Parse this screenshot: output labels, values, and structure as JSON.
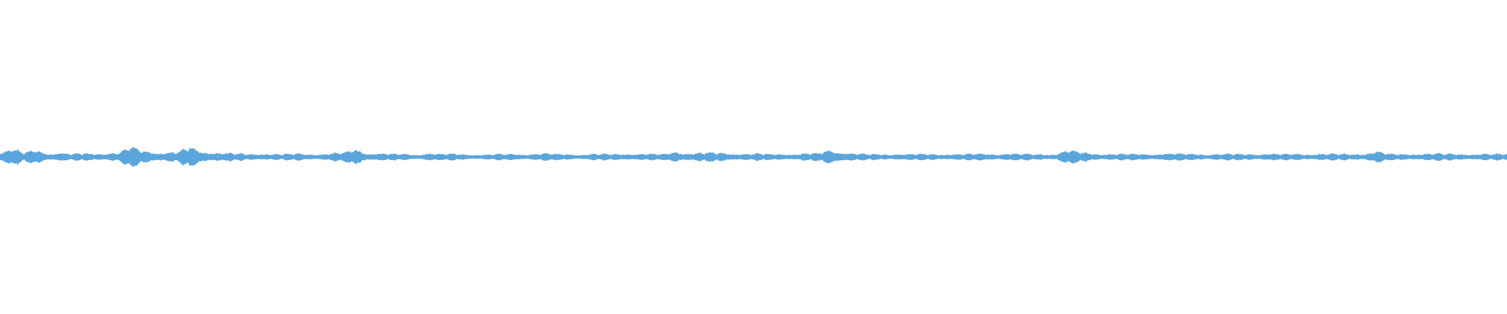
{
  "waveform": {
    "color": "#5aa5dc",
    "amplitude_envelope": [
      0.5,
      0.9,
      0.4,
      0.7,
      0.35,
      0.45,
      0.3,
      0.35,
      0.35,
      0.4,
      0.45,
      0.95,
      0.6,
      0.5,
      0.45,
      0.5,
      1.0,
      0.55,
      0.45,
      0.4,
      0.35,
      0.3,
      0.35,
      0.3,
      0.3,
      0.35,
      0.3,
      0.3,
      0.35,
      0.45,
      0.8,
      0.4,
      0.35,
      0.3,
      0.3,
      0.25,
      0.4,
      0.3,
      0.3,
      0.3,
      0.25,
      0.25,
      0.3,
      0.3,
      0.3,
      0.3,
      0.35,
      0.3,
      0.3,
      0.25,
      0.3,
      0.3,
      0.3,
      0.35,
      0.3,
      0.3,
      0.3,
      0.55,
      0.35,
      0.4,
      0.45,
      0.4,
      0.35,
      0.3,
      0.35,
      0.3,
      0.3,
      0.3,
      0.35,
      0.35,
      0.75,
      0.45,
      0.35,
      0.3,
      0.3,
      0.3,
      0.3,
      0.3,
      0.3,
      0.3,
      0.3,
      0.3,
      0.3,
      0.35,
      0.3,
      0.35,
      0.3,
      0.3,
      0.3,
      0.3,
      0.7,
      0.5,
      0.35,
      0.3,
      0.3,
      0.3,
      0.3,
      0.3,
      0.35,
      0.35,
      0.3,
      0.3,
      0.3,
      0.3,
      0.3,
      0.3,
      0.3,
      0.35,
      0.3,
      0.3,
      0.3,
      0.35,
      0.3,
      0.3,
      0.3,
      0.35,
      0.6,
      0.3,
      0.3,
      0.3,
      0.35,
      0.35,
      0.3,
      0.3,
      0.3,
      0.3,
      0.3,
      0.3
    ]
  }
}
